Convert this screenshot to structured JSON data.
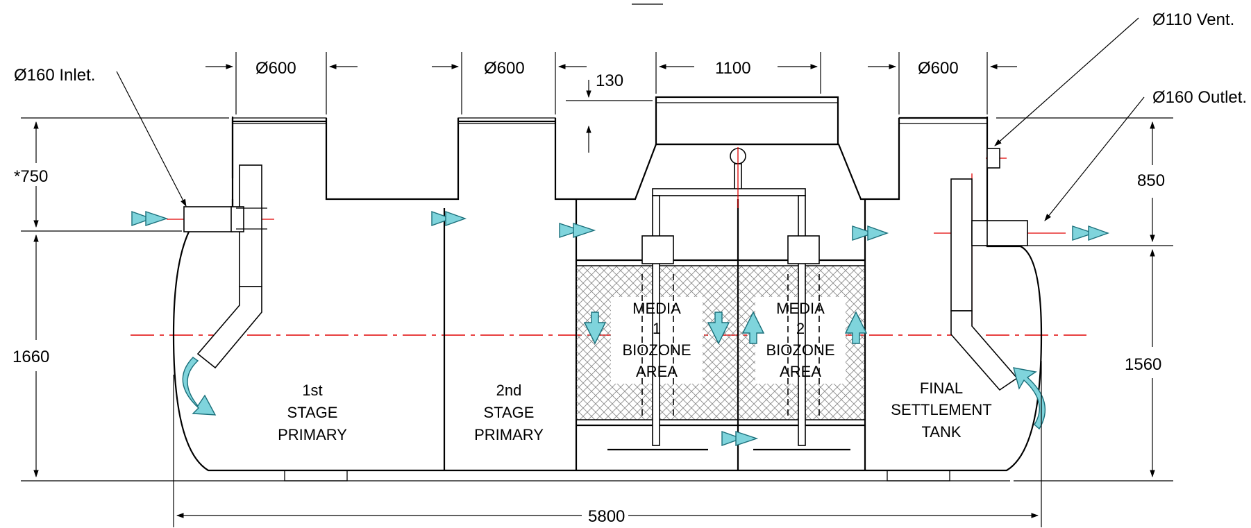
{
  "labels": {
    "inlet": "Ø160 Inlet.",
    "vent": "Ø110 Vent.",
    "outlet": "Ø160 Outlet."
  },
  "dimensions": {
    "manway_1": "Ø600",
    "manway_2": "Ø600",
    "manway_3": "Ø600",
    "lid_width": "1100",
    "lid_offset": "130",
    "inlet_depth": "*750",
    "outlet_depth": "850",
    "left_height": "1660",
    "right_height": "1560",
    "overall_length": "5800"
  },
  "zones": {
    "stage1": [
      "1st",
      "STAGE",
      "PRIMARY"
    ],
    "stage2": [
      "2nd",
      "STAGE",
      "PRIMARY"
    ],
    "media1": [
      "MEDIA",
      "1",
      "BIOZONE",
      "AREA"
    ],
    "media2": [
      "MEDIA",
      "2",
      "BIOZONE",
      "AREA"
    ],
    "final": [
      "FINAL",
      "SETTLEMENT",
      "TANK"
    ]
  },
  "colors": {
    "outline": "#000000",
    "centerline": "#e00000",
    "flow_arrow": "#7fd4dc"
  }
}
